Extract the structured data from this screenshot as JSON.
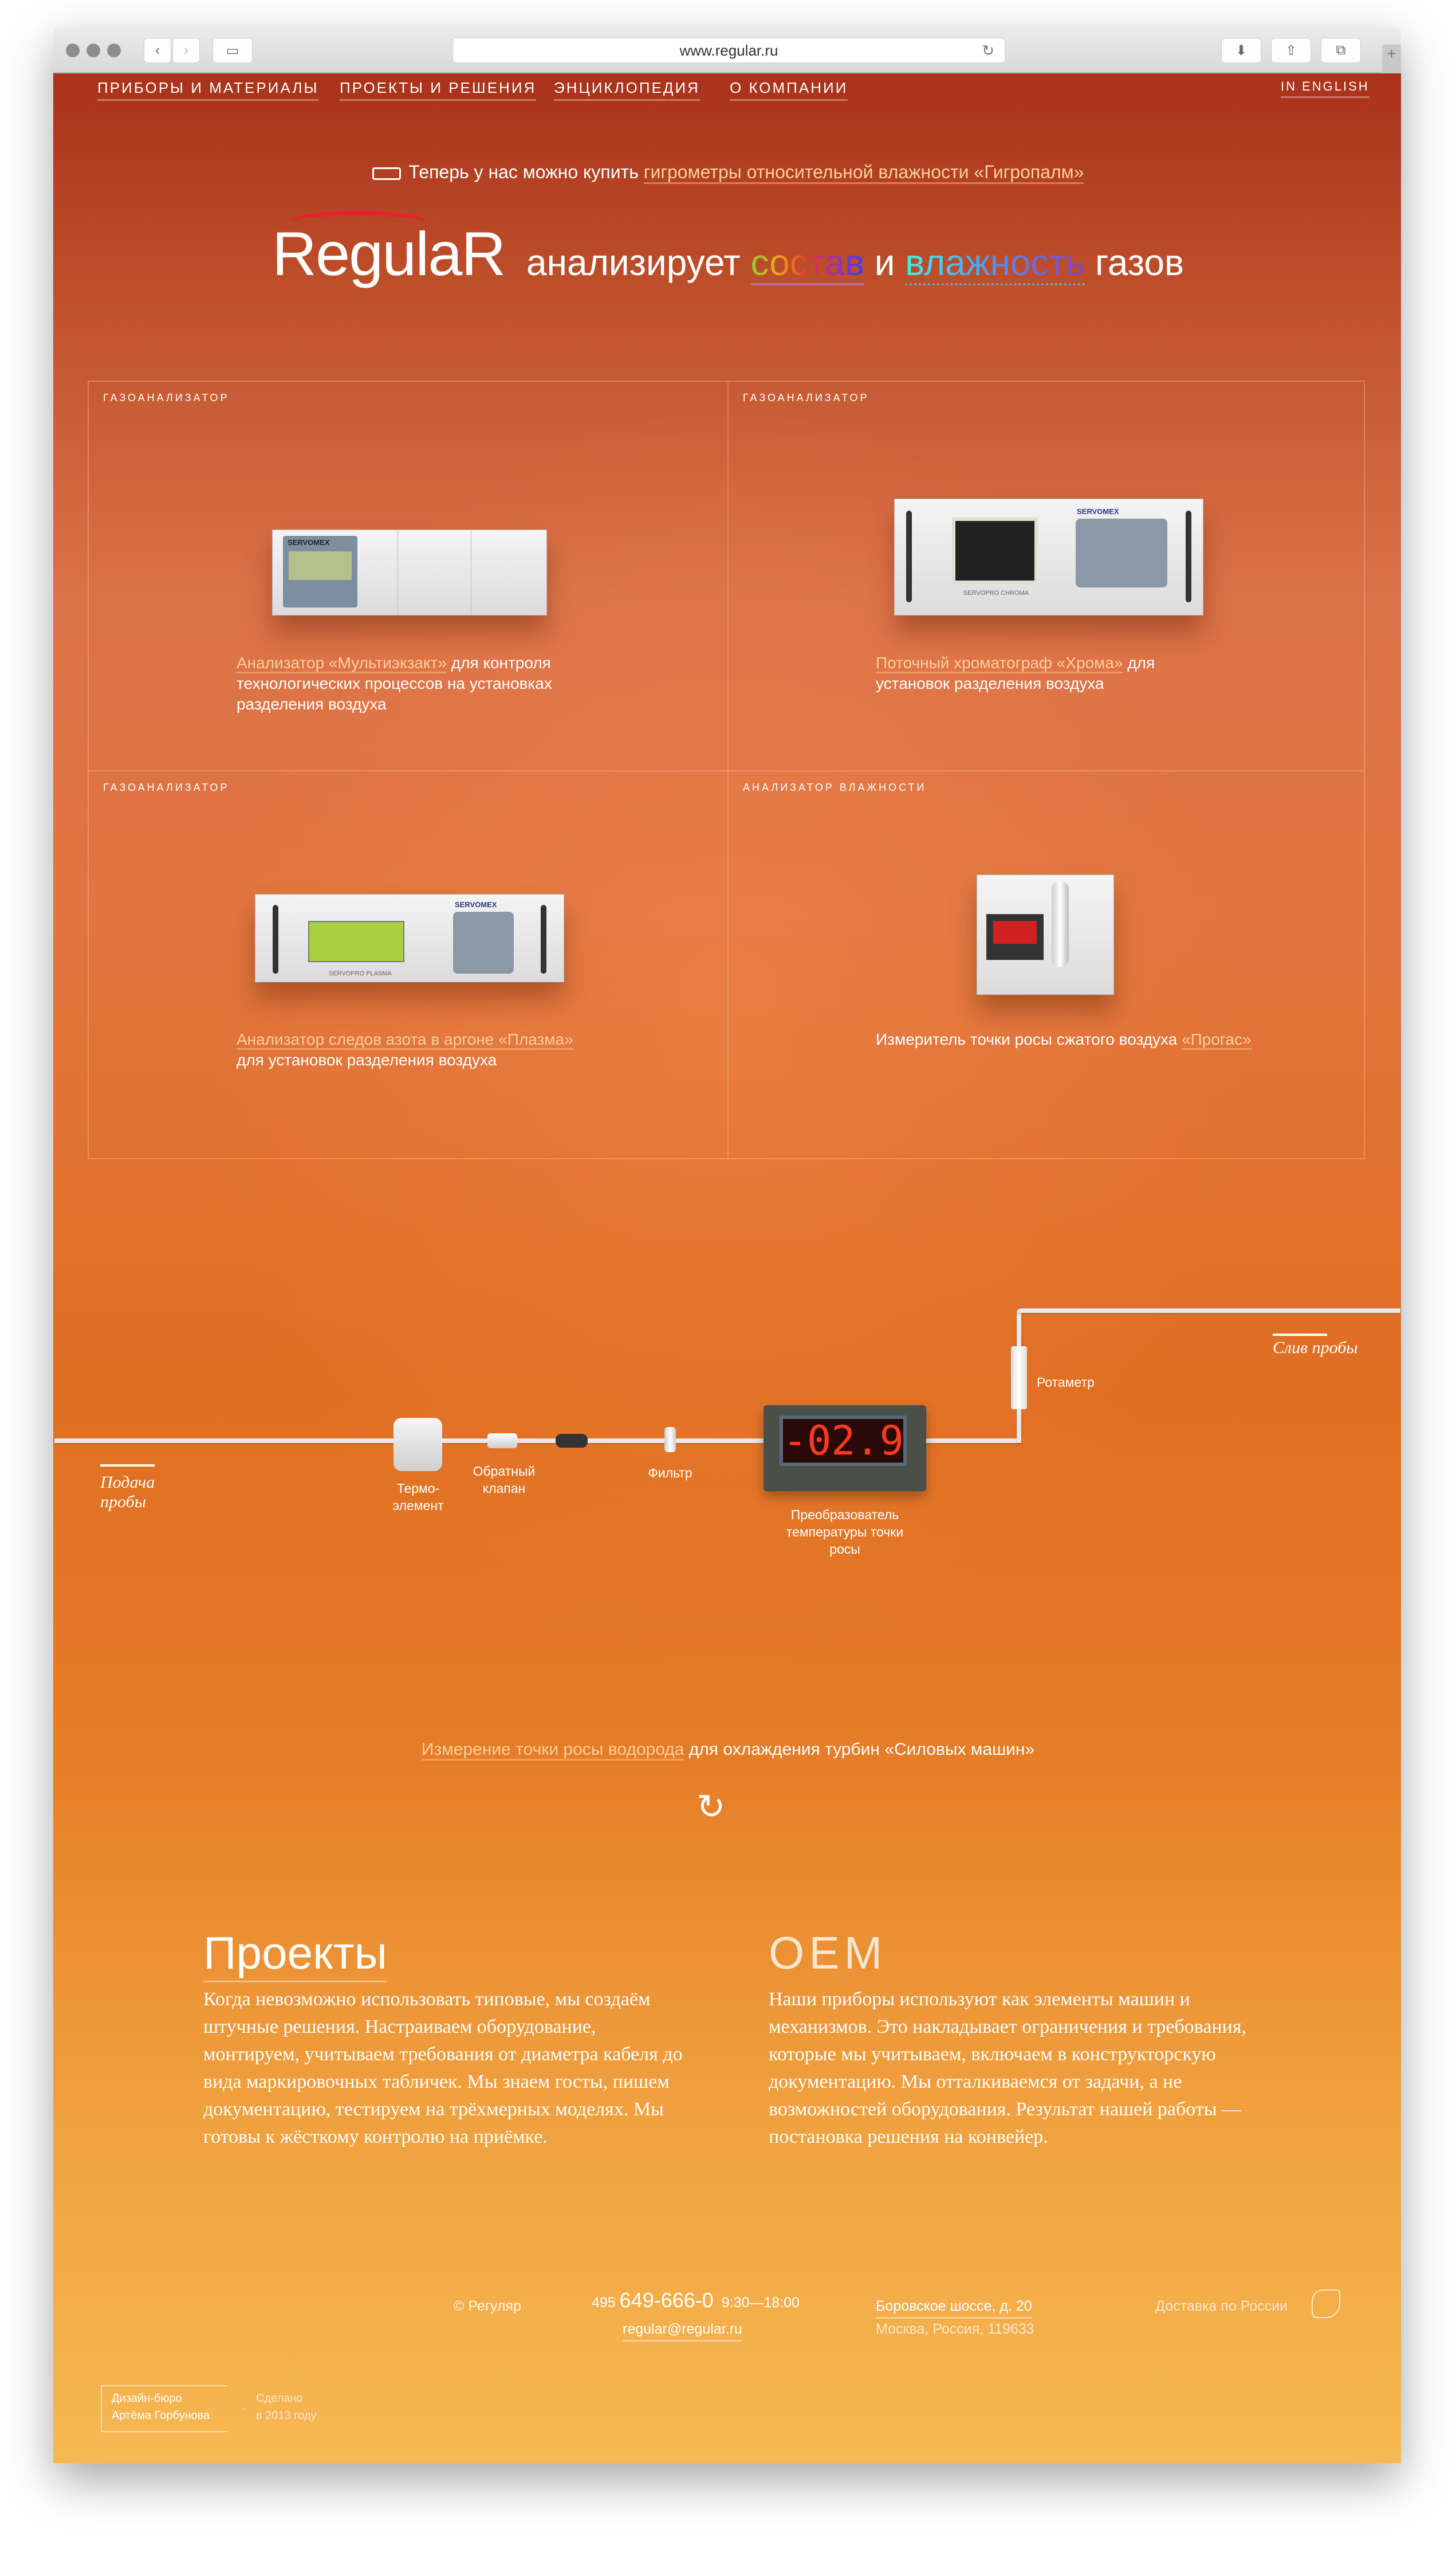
{
  "browser": {
    "url": "www.regular.ru"
  },
  "nav": {
    "items": [
      "ПРИБОРЫ И МАТЕРИАЛЫ",
      "ПРОЕКТЫ И РЕШЕНИЯ",
      "ЭНЦИКЛОПЕДИЯ",
      "О КОМПАНИИ"
    ],
    "english": "IN ENGLISH"
  },
  "promo": {
    "text": "Теперь у нас можно купить",
    "link": "гигрометры относительной влажности «Гигропалм»"
  },
  "hero": {
    "logo": "RegulaR",
    "w1": "анализирует",
    "w2": "состав",
    "w3": "и",
    "w4": "влажность",
    "w5": "газов"
  },
  "products": [
    {
      "category": "ГАЗОАНАЛИЗАТОР",
      "link": "Анализатор «Мультиэкзакт»",
      "text": "для контроля технологических процессов на установках разделения воздуха",
      "brand": "SERVOMEX"
    },
    {
      "category": "ГАЗОАНАЛИЗАТОР",
      "link": "Поточный хроматограф «Хрома»",
      "text": "для установок разделения воздуха",
      "brand": "SERVOMEX",
      "model": "SERVOPRO CHROMA"
    },
    {
      "category": "ГАЗОАНАЛИЗАТОР",
      "link": "Анализатор следов азота в аргоне «Плазма»",
      "text": "для установок разделения воздуха",
      "brand": "SERVOMEX",
      "model": "SERVOPRO PLASMA"
    },
    {
      "category": "АНАЛИЗАТОР ВЛАЖНОСТИ",
      "text_before": "Измеритель точки росы сжатого воздуха",
      "link": "«Прогас»"
    }
  ],
  "diagram": {
    "inlet": "Подача пробы",
    "outlet": "Слив пробы",
    "thermo": "Термо-элемент",
    "valve": "Обратный клапан",
    "filter": "Фильтр",
    "converter": "Преобразователь температуры точки росы",
    "rotameter": "Ротаметр",
    "reading": "-02.9"
  },
  "case": {
    "link": "Измерение точки росы водорода",
    "text": "для охлаждения турбин «Силовых машин»"
  },
  "projects": {
    "title": "Проекты",
    "body": "Когда невозможно использовать типовые, мы создаём штучные решения. Настраиваем оборудование, монтируем, учитываем требования от диаметра кабеля до вида маркировочных табличек. Мы знаем госты, пишем документацию, тестируем на трёхмерных моделях. Мы готовы к жёсткому контролю на приёмке."
  },
  "oem": {
    "title": "OEM",
    "body": "Наши приборы используют как элементы машин и механизмов. Это накладывает ограничения и требования, которые мы учитываем, включаем в конструкторскую документацию. Мы отталкиваемся от задачи, а не возможностей оборудования. Результат нашей работы — постановка решения на конвейер."
  },
  "footer": {
    "copyright": "© Регуляр",
    "phone_code": "495",
    "phone": "649-666-0",
    "hours": "9:30—18:00",
    "email": "regular@regular.ru",
    "address": "Боровское шоссе, д. 20",
    "city": "Москва, Россия, 119633",
    "delivery": "Доставка по России",
    "designer1": "Дизайн-бюро",
    "designer2": "Артёма Горбунова",
    "made1": "Сделано",
    "made2": "в 2013 году"
  }
}
